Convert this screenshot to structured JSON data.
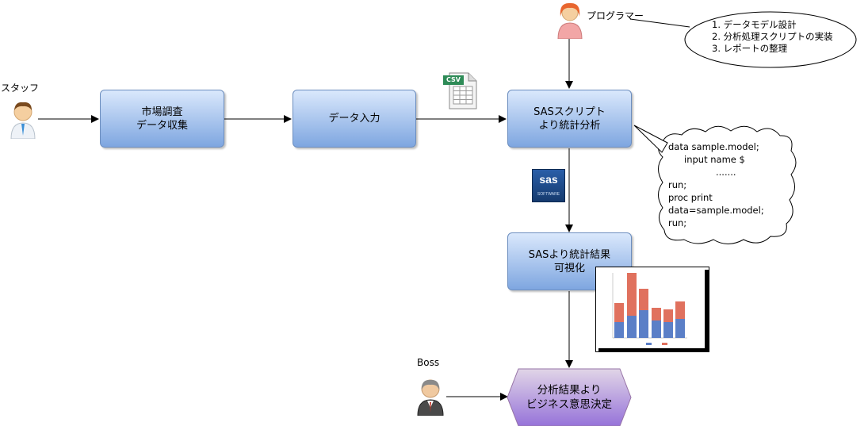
{
  "actors": {
    "staff": "スタッフ",
    "programmer": "プログラマー",
    "boss": "Boss"
  },
  "boxes": {
    "collect": [
      "市場調査",
      "データ収集"
    ],
    "input": [
      "データ入力"
    ],
    "sas": [
      "SASスクリプト",
      "より統計分析"
    ],
    "result": [
      "SASより統計結果",
      "可視化"
    ],
    "decision": [
      "分析結果より",
      "ビジネス意思決定"
    ]
  },
  "programmer_tasks": [
    "1. データモデル設計",
    "2. 分析処理スクリプトの実装",
    "3. レポートの整理"
  ],
  "code_lines": [
    "data sample.model;",
    "input name $",
    ".......",
    "run;",
    "proc print",
    "data=sample.model;",
    "run;"
  ],
  "icons": {
    "csv": "CSV",
    "sas_logo": "sas",
    "sas_logo_sub": "SOFTWARE",
    "staff_avatar": "person-icon",
    "programmer_avatar": "person-female-icon",
    "boss_avatar": "person-boss-icon",
    "chart_thumb": "bar-chart-icon"
  },
  "colors": {
    "box_fill_top": "#dae8fc",
    "box_fill_bottom": "#7ea6e0",
    "box_border": "#6c8ebf",
    "hex_fill_top": "#e1d5e7",
    "hex_fill_bottom": "#9673d9",
    "hex_border": "#9673a6",
    "csv_green": "#2e8b57",
    "sas_blue": "#1f4e8c",
    "chart_red": "#e0715e",
    "chart_blue": "#5b7fc7"
  }
}
